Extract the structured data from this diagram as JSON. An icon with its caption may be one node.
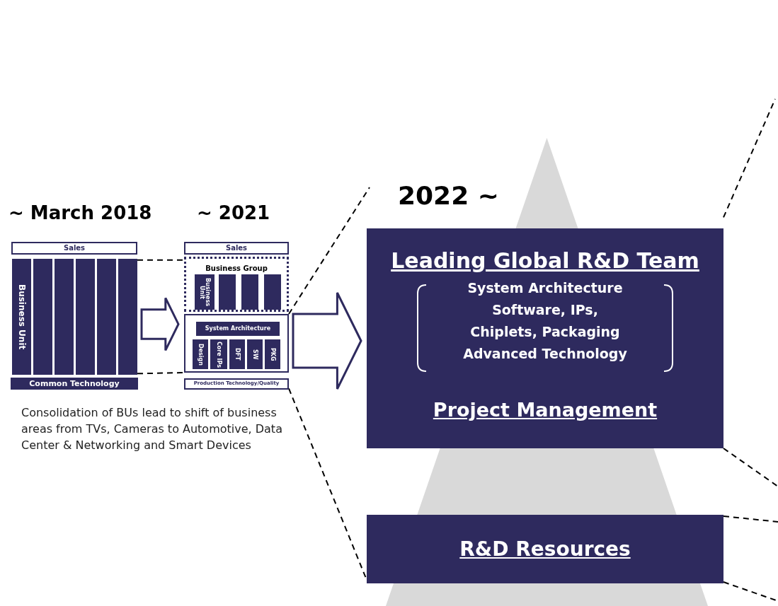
{
  "diagram": {
    "nodes": [
      {
        "text": [
          "Sales"
        ]
      },
      {
        "text": [
          "Business Unit"
        ]
      },
      {
        "text": [],
        "shape": "bar"
      },
      {
        "text": [],
        "shape": "bar"
      },
      {
        "text": [],
        "shape": "bar"
      },
      {
        "text": [],
        "shape": "bar"
      },
      {
        "text": [],
        "shape": "bar"
      },
      {
        "text": [
          "Common Technology"
        ]
      },
      {
        "text": [
          "Sales"
        ]
      },
      {
        "text": [
          "Business Group"
        ]
      },
      {
        "text": [
          "Business Unit"
        ],
        "in": 9
      },
      {
        "text": [],
        "shape": "bar",
        "in": 9
      },
      {
        "text": [],
        "shape": "bar",
        "in": 9
      },
      {
        "text": [],
        "shape": "bar",
        "in": 9
      },
      {
        "text": [],
        "shape": "box"
      },
      {
        "text": [
          "System Architecture"
        ],
        "in": 14
      },
      {
        "text": [
          "Design"
        ],
        "in": 14
      },
      {
        "text": [
          "Core IPs"
        ],
        "in": 14
      },
      {
        "text": [
          "DFT"
        ],
        "in": 14
      },
      {
        "text": [
          "SW"
        ],
        "in": 14
      },
      {
        "text": [
          "PKG"
        ],
        "in": 14
      },
      {
        "text": [
          "Production Technology/Quality"
        ]
      },
      {
        "text": [],
        "shape": "triangle"
      },
      {
        "text": [
          "Leading Global R&D Team",
          "System Architecture",
          "Software, IPs,",
          "Chiplets, Packaging",
          "Advanced Technology",
          "Project Management"
        ]
      },
      {
        "text": [
          "R&D Resources"
        ]
      }
    ],
    "edges": [
      {
        "from": 6,
        "to": 9,
        "arrow": "none",
        "style": "dashed"
      },
      {
        "from": 6,
        "to": 14,
        "arrow": "none",
        "style": "dashed"
      },
      {
        "from": 6,
        "to": 14,
        "arrow": "to",
        "style": "thick"
      },
      {
        "from": 14,
        "to": 23,
        "arrow": "to",
        "style": "thick"
      },
      {
        "from": 14,
        "to": null,
        "arrow": "none",
        "style": "dashed"
      },
      {
        "from": 21,
        "to": 24,
        "arrow": "none",
        "style": "dashed"
      },
      {
        "from": 23,
        "to": null,
        "arrow": "none",
        "style": "dashed"
      },
      {
        "from": 23,
        "to": null,
        "arrow": "none",
        "style": "dashed"
      },
      {
        "from": 24,
        "to": null,
        "arrow": "none",
        "style": "dashed"
      },
      {
        "from": 24,
        "to": null,
        "arrow": "none",
        "style": "dashed"
      }
    ],
    "labels": [
      "~ March 2018",
      "~ 2021",
      "2022 ~",
      "Consolidation of BUs lead to shift of business areas from TVs, Cameras to Automotive, Data Center & Networking and Smart Devices"
    ]
  }
}
